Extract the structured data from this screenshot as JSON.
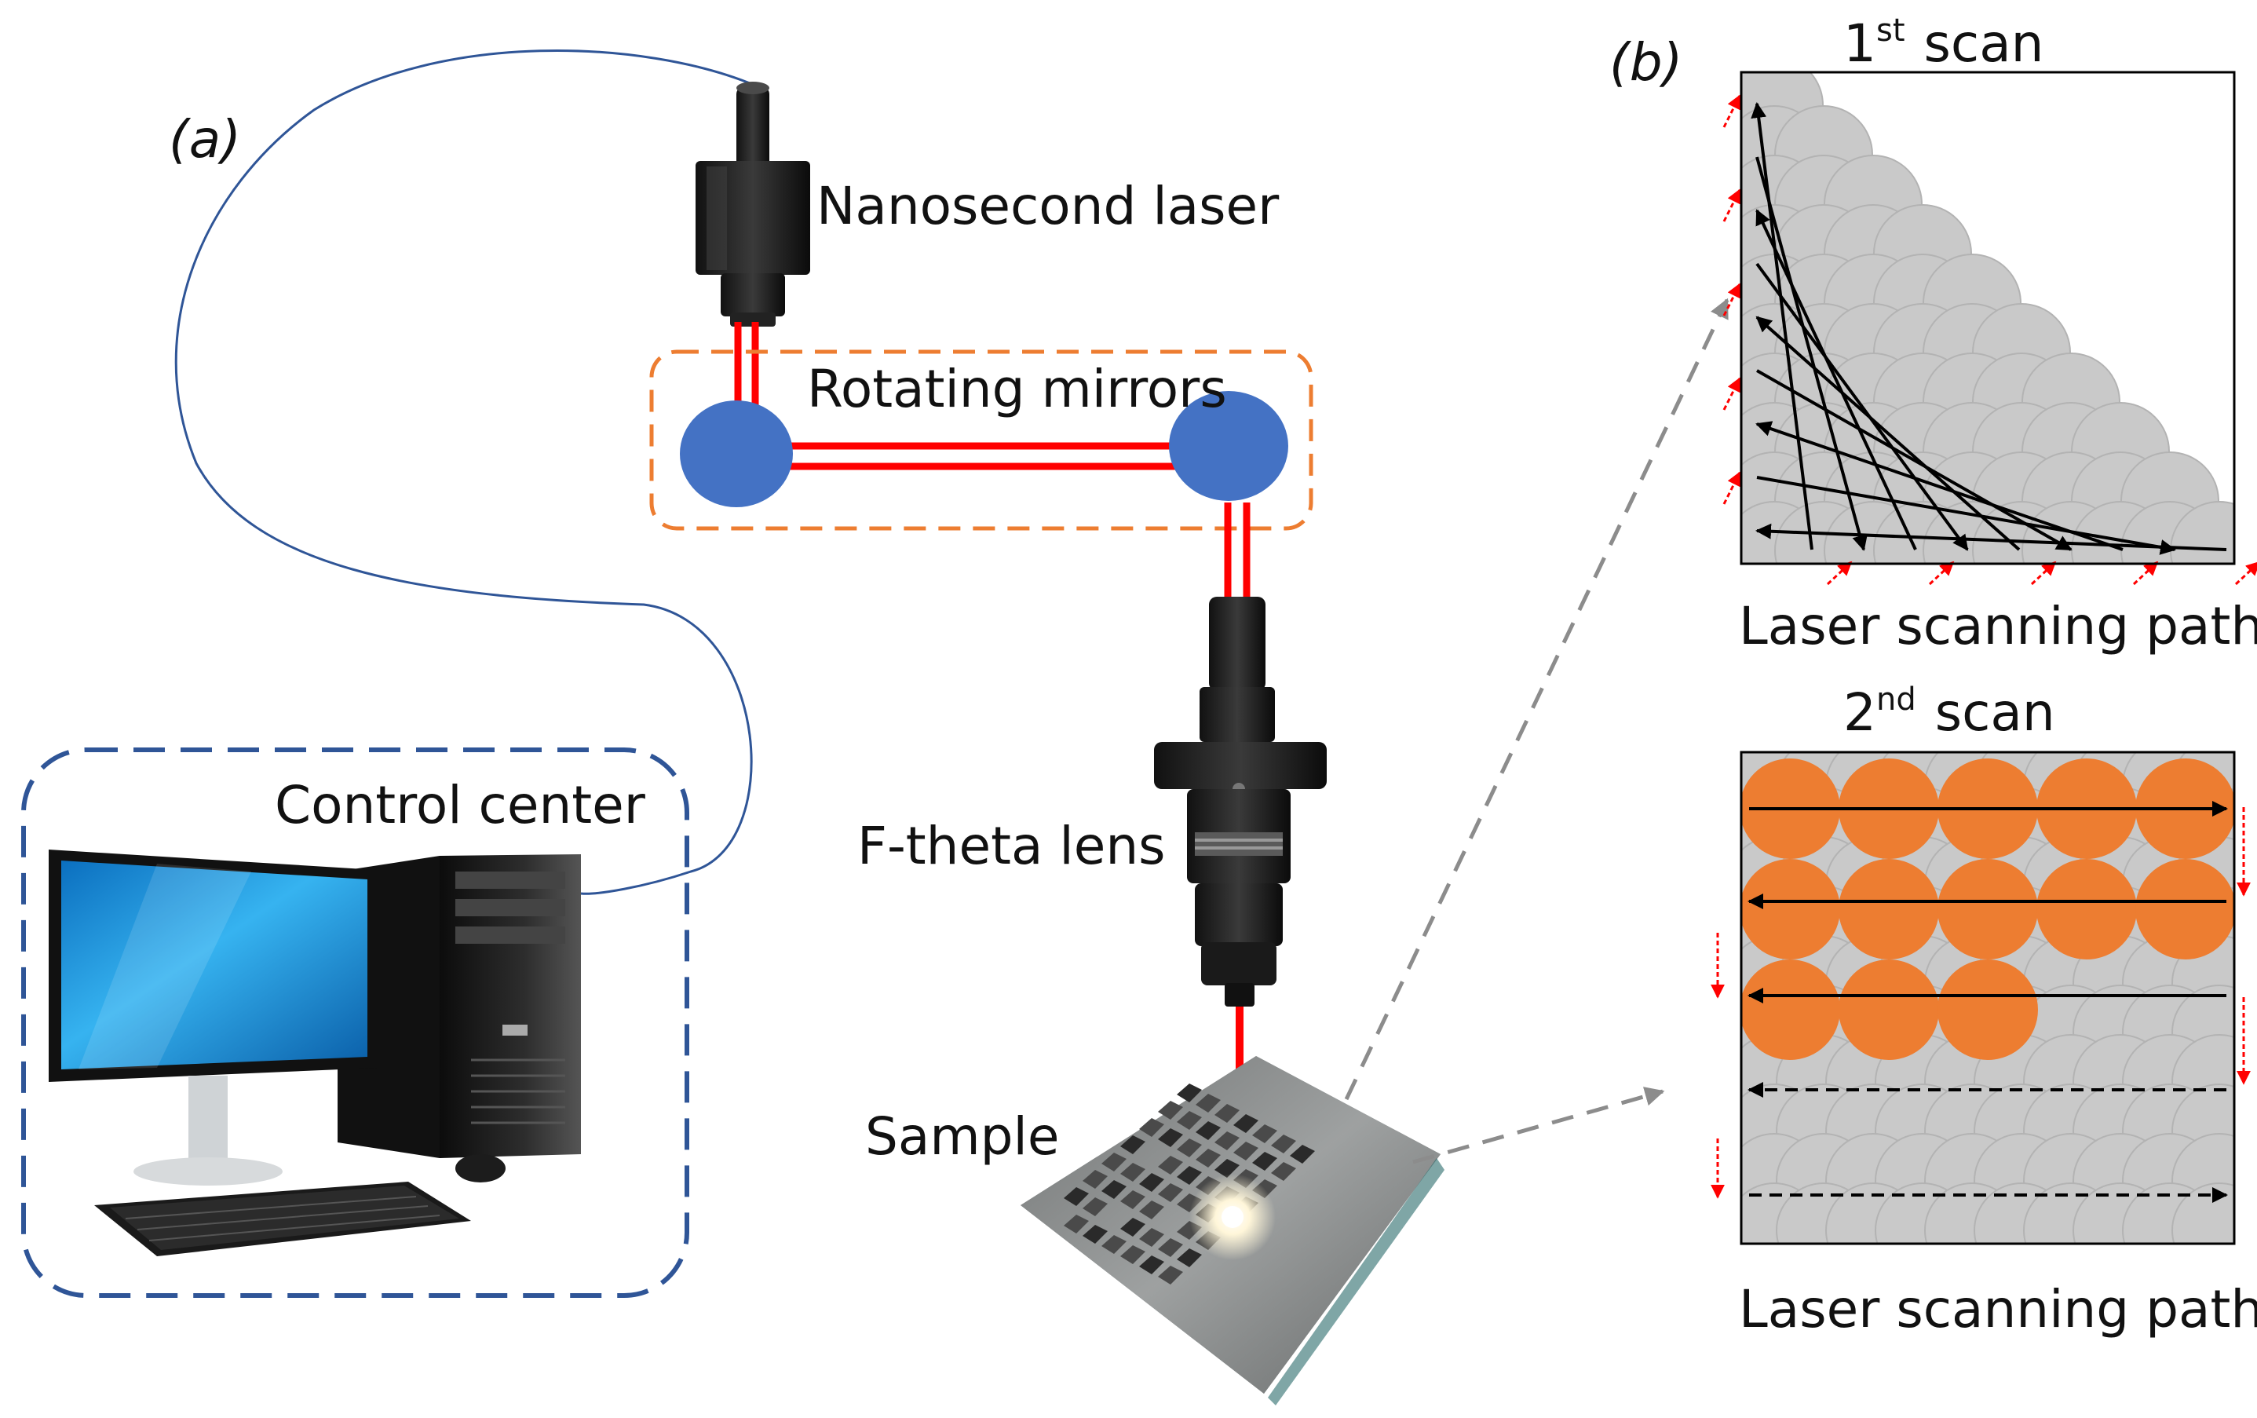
{
  "panel_labels": {
    "a": "(a)",
    "b": "(b)"
  },
  "labels": {
    "laser": "Nanosecond laser",
    "mirrors": "Rotating mirrors",
    "lens": "F-theta lens",
    "sample": "Sample",
    "control": "Control center"
  },
  "scan1": {
    "title_base": "1",
    "title_sup": "st",
    "title_word": "scan",
    "caption": "Laser scanning path"
  },
  "scan2": {
    "title_base": "2",
    "title_sup": "nd",
    "title_word": "scan",
    "caption": "Laser scanning path"
  },
  "colors": {
    "laser_beam": "#ff0000",
    "mirror": "#4472c4",
    "mirror_box": "#ed7d31",
    "control_box": "#2f5597",
    "cable": "#2f5597",
    "spot_gray": "#c9c9c9",
    "spot_orange": "#ed7d31",
    "arrow_gray": "#8c8c8c"
  },
  "icons": {
    "laser": "laser-head-icon",
    "lens": "f-theta-lens-icon",
    "sample": "sample-plate-icon",
    "computer": "desktop-computer-icon"
  }
}
